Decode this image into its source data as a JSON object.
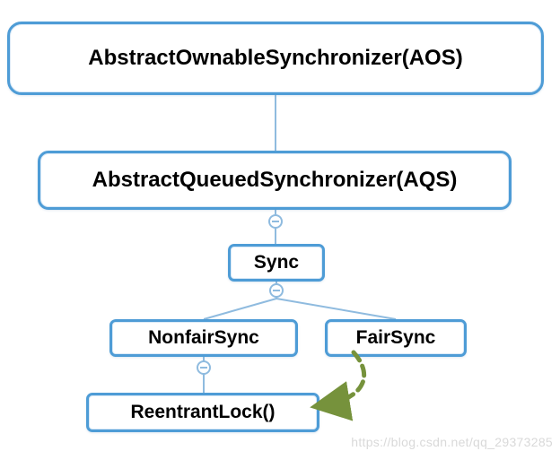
{
  "diagram": {
    "nodes": {
      "aos": {
        "label": "AbstractOwnableSynchronizer(AOS)"
      },
      "aqs": {
        "label": "AbstractQueuedSynchronizer(AQS)"
      },
      "sync": {
        "label": "Sync"
      },
      "nonfairsync": {
        "label": "NonfairSync"
      },
      "fairsync": {
        "label": "FairSync"
      },
      "reentrantlock": {
        "label": "ReentrantLock()"
      }
    },
    "icons": {
      "collapse_glyph": "−"
    },
    "colors": {
      "box_border": "#4E9CD6",
      "connector": "#8FBBDF",
      "arrow_green": "#76923C",
      "watermark": "#D9D9D9"
    },
    "watermark": "https://blog.csdn.net/qq_29373285"
  }
}
